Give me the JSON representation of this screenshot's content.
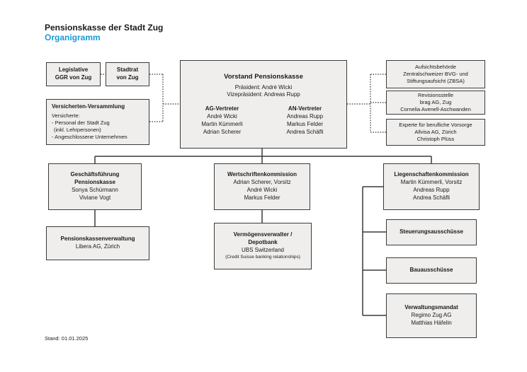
{
  "header": {
    "title": "Pensionskasse der Stadt Zug",
    "subtitle": "Organigramm"
  },
  "footer": {
    "stand": "Stand: 01.01.2025"
  },
  "colors": {
    "accent_blue": "#189bd7",
    "box_fill": "#efeeec",
    "box_border": "#3a3a3a"
  },
  "boxes": {
    "legislative": {
      "line1": "Legislative",
      "line2": "GGR von Zug"
    },
    "stadtrat": {
      "line1": "Stadtrat",
      "line2": "von Zug"
    },
    "vorstand": {
      "title": "Vorstand Pensionskasse",
      "praesident": "Präsident: André Wicki",
      "vizepraesident": "Vizepräsident: Andreas Rupp",
      "ag_header": "AG-Vertreter",
      "ag_members": [
        "André Wicki",
        "Martin Kümmerli",
        "Adrian Scherer"
      ],
      "an_header": "AN-Vertreter",
      "an_members": [
        "Andreas Rupp",
        "Markus Felder",
        "Andrea Schäfli"
      ]
    },
    "aufsichtsbehoerde": {
      "title": "Aufsichtsbehörde",
      "line1": "Zentralschweizer BVG- und",
      "line2": "Stiftungsaufsicht (ZBSA)"
    },
    "revisionsstelle": {
      "title": "Revisionsstelle",
      "line1": "brag AG, Zug",
      "line2": "Cornelia Avenell-Aschwanden"
    },
    "experte": {
      "title": "Experte für berufliche Vorsorge",
      "line1": "Allvisa AG, Zürich",
      "line2": "Christoph Plüss"
    },
    "versicherten_versammlung": {
      "title": "Versicherten-Versammlung",
      "line1": "Versicherte:",
      "line2": "- Personal der Stadt Zug",
      "line3": "(inkl. Lehrpersonen)",
      "line4": "- Angeschlossene Unternehmen"
    },
    "geschaeftsfuehrung": {
      "title1": "Geschäftsführung",
      "title2": "Pensionskasse",
      "member1": "Sonya Schürmann",
      "member2": "Viviane Vogt"
    },
    "wertschriftenkommission": {
      "title": "Wertschriftenkommission",
      "member1": "Adrian Scherer, Vorsitz",
      "member2": "André Wicki",
      "member3": "Markus Felder"
    },
    "liegenschaftenkommission": {
      "title": "Liegenschaftenkommission",
      "member1": "Martin Kümmerli, Vorsitz",
      "member2": "Andreas Rupp",
      "member3": "Andrea Schäfli"
    },
    "pensionskassenverwaltung": {
      "title": "Pensionskassenverwaltung",
      "line1": "Libera AG, Zürich"
    },
    "vermoegensverwalter": {
      "title1": "Vermögensverwalter /",
      "title2": "Depotbank",
      "line1": "UBS Switzerland",
      "line2": "(Credit Suisse banking relationships)"
    },
    "steuerungsausschuesse": {
      "title": "Steuerungsausschüsse"
    },
    "bauausschuesse": {
      "title": "Bauausschüsse"
    },
    "verwaltungsmandat": {
      "title": "Verwaltungsmandat",
      "line1": "Regimo Zug AG",
      "line2": "Matthias Häfelin"
    }
  }
}
